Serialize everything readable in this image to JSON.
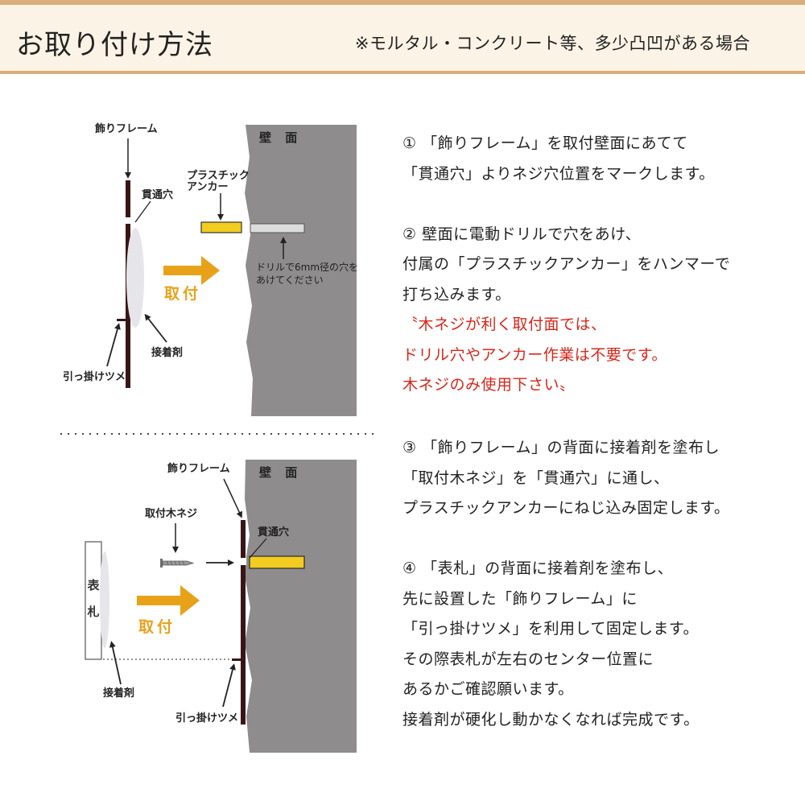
{
  "header": {
    "title": "お取り付け方法",
    "note": "※モルタル・コンクリート等、多少凸凹がある場合"
  },
  "diagram1": {
    "frame_label": "飾りフレーム",
    "hole_label": "貫通穴",
    "anchor_label_line1": "プラスチック",
    "anchor_label_line2": "アンカー",
    "wall_label": "壁 面",
    "drill_note_line1": "ドリルで6mm径の穴を",
    "drill_note_line2": "あけてください",
    "torituke": "取付",
    "adhesive_label": "接着剤",
    "hook_label": "引っ掛けツメ"
  },
  "diagram2": {
    "frame_label": "飾りフレーム",
    "wall_label": "壁 面",
    "screw_label": "取付木ネジ",
    "hole_label": "貫通穴",
    "plate_char1": "表",
    "plate_char2": "札",
    "torituke": "取付",
    "adhesive_label": "接着剤",
    "hook_label": "引っ掛けツメ"
  },
  "steps_top": [
    "① 「飾りフレーム」を取付壁面にあてて",
    "「貫通穴」よりネジ穴位置をマークします。",
    "",
    "② 壁面に電動ドリルで穴をあけ、",
    "付属の「プラスチックアンカー」をハンマーで",
    "打ち込みます。",
    "〝木ネジが利く取付面では、",
    "ドリル穴やアンカー作業は不要です。",
    "木ネジのみ使用下さい〟"
  ],
  "steps_bottom": [
    "③ 「飾りフレーム」の背面に接着剤を塗布し",
    "「取付木ネジ」を「貫通穴」に通し、",
    "プラスチックアンカーにねじ込み固定します。",
    "",
    "④ 「表札」の背面に接着剤を塗布し、",
    "先に設置した「飾りフレーム」に",
    "「引っ掛けツメ」を利用して固定します。",
    "その際表札が左右のセンター位置に",
    "あるかご確認願います。",
    "接着剤が硬化し動かなくなれば完成です。"
  ],
  "colors": {
    "header_bg": "#fbf3e5",
    "header_border": "#d9ad7c",
    "wall": "#8f8c8d",
    "frame": "#3a1515",
    "anchor": "#f2cc1e",
    "arrow": "#e8a21a",
    "warning_text": "#d8261a"
  }
}
